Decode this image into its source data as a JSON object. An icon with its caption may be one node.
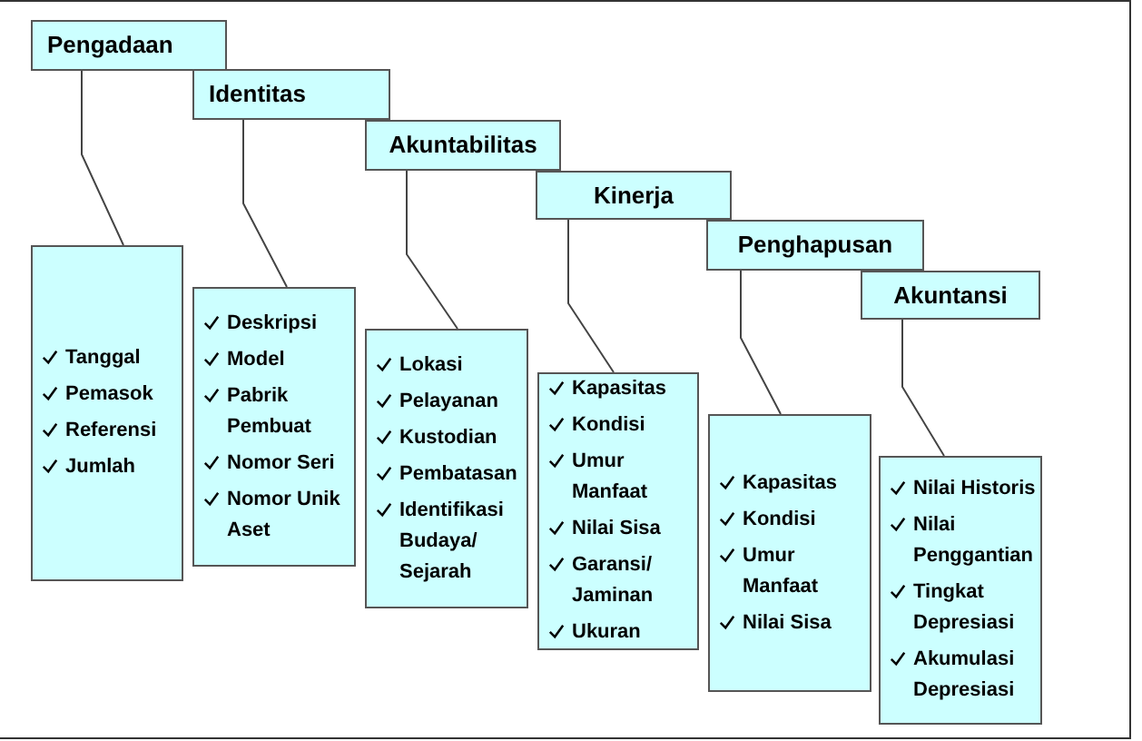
{
  "diagram": {
    "nodes": [
      {
        "text": [
          "Pengadaan"
        ]
      },
      {
        "text": [
          "Tanggal",
          "Pemasok",
          "Referensi",
          "Jumlah"
        ]
      },
      {
        "text": [
          "Identitas"
        ]
      },
      {
        "text": [
          "Deskripsi",
          "Model",
          "Pabrik Pembuat",
          "Nomor Seri",
          "Nomor Unik Aset"
        ]
      },
      {
        "text": [
          "Akuntabilitas"
        ]
      },
      {
        "text": [
          "Lokasi",
          "Pelayanan",
          "Kustodian",
          "Pembatasan",
          "Identifikasi Budaya/ Sejarah"
        ]
      },
      {
        "text": [
          "Kinerja"
        ]
      },
      {
        "text": [
          "Kapasitas",
          "Kondisi",
          "Umur Manfaat",
          "Nilai Sisa",
          "Garansi/ Jaminan",
          "Ukuran"
        ]
      },
      {
        "text": [
          "Penghapusan"
        ]
      },
      {
        "text": [
          "Kapasitas",
          "Kondisi",
          "Umur Manfaat",
          "Nilai Sisa"
        ]
      },
      {
        "text": [
          "Akuntansi"
        ]
      },
      {
        "text": [
          "Nilai Historis",
          "Nilai Penggantian",
          "Tingkat Depresiasi",
          "Akumulasi Depresiasi"
        ]
      }
    ],
    "edges": [
      {
        "from": 0,
        "to": 1,
        "arrow": "none"
      },
      {
        "from": 2,
        "to": 3,
        "arrow": "none"
      },
      {
        "from": 4,
        "to": 5,
        "arrow": "none"
      },
      {
        "from": 6,
        "to": 7,
        "arrow": "none"
      },
      {
        "from": 8,
        "to": 9,
        "arrow": "none"
      },
      {
        "from": 10,
        "to": 11,
        "arrow": "none"
      }
    ]
  }
}
